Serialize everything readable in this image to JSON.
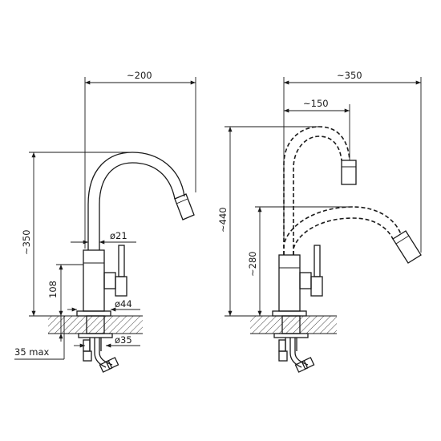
{
  "left_view": {
    "dim_reach": "~200",
    "dim_height": "~350",
    "dim_spout_diameter": "ø21",
    "dim_body_height": "108",
    "dim_base_diameter": "ø44",
    "dim_hole_diameter": "ø35",
    "dim_max_thickness": "35 max"
  },
  "right_view": {
    "dim_reach_max": "~350",
    "dim_reach_min": "~150",
    "dim_height_max": "~440",
    "dim_height_min": "~280"
  },
  "colors": {
    "line": "#1a1a1a",
    "background": "#ffffff"
  }
}
